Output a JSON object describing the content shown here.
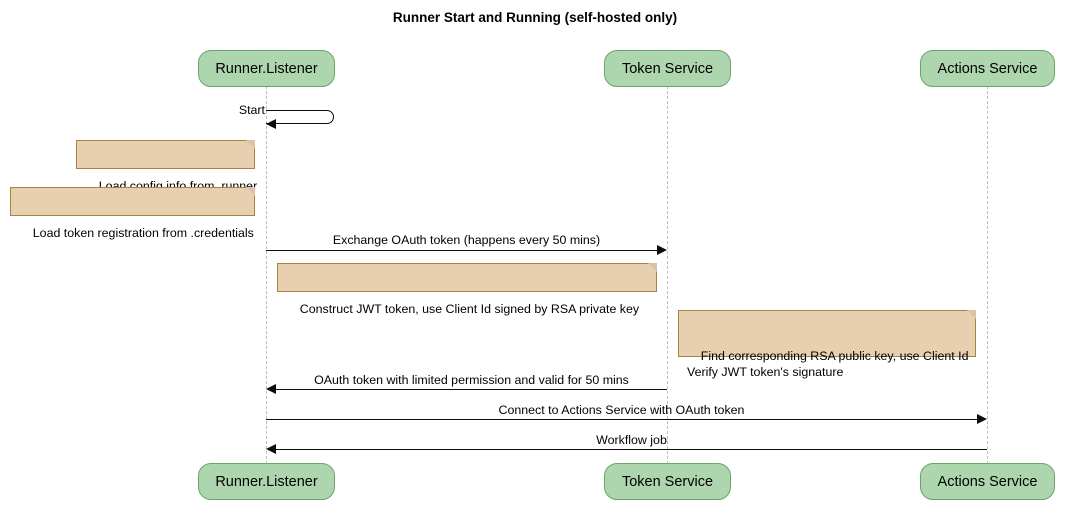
{
  "diagram": {
    "title": "Runner Start and Running (self-hosted only)",
    "type": "sequence-diagram",
    "colors": {
      "participant_fill": "#aed6ae",
      "participant_border": "#6ba36b",
      "note_fill": "#e8cfb0",
      "note_border": "#a58445",
      "lifeline": "#bdbdbd",
      "arrow": "#0d0d0d",
      "background": "#ffffff"
    }
  },
  "participants": [
    {
      "id": "runner",
      "label": "Runner.Listener"
    },
    {
      "id": "token",
      "label": "Token Service"
    },
    {
      "id": "actions",
      "label": "Actions Service"
    }
  ],
  "participants_bottom": [
    {
      "id": "runner",
      "label": "Runner.Listener"
    },
    {
      "id": "token",
      "label": "Token Service"
    },
    {
      "id": "actions",
      "label": "Actions Service"
    }
  ],
  "messages": [
    {
      "id": "m1",
      "label": "Start",
      "from": "runner",
      "to": "runner",
      "kind": "self",
      "direction": "self"
    },
    {
      "id": "m2",
      "label": "Exchange OAuth token (happens every 50 mins)",
      "from": "runner",
      "to": "token",
      "kind": "sync",
      "direction": "right"
    },
    {
      "id": "m3",
      "label": "OAuth token with limited permission and valid for 50 mins",
      "from": "token",
      "to": "runner",
      "kind": "sync",
      "direction": "left"
    },
    {
      "id": "m4",
      "label": "Connect to Actions Service with OAuth token",
      "from": "runner",
      "to": "actions",
      "kind": "sync",
      "direction": "right"
    },
    {
      "id": "m5",
      "label": "Workflow job",
      "from": "actions",
      "to": "runner",
      "kind": "sync",
      "direction": "left"
    }
  ],
  "notes": [
    {
      "id": "n1",
      "text": "Load config info from .runner",
      "over": "runner",
      "position": "left"
    },
    {
      "id": "n2",
      "text": "Load token registration from .credentials",
      "over": "runner",
      "position": "left"
    },
    {
      "id": "n3",
      "text": "Construct JWT token, use Client Id signed by RSA private key",
      "over": "runner",
      "position": "right"
    },
    {
      "id": "n4",
      "text": "Find corresponding RSA public key, use Client Id\nVerify JWT token's signature",
      "over": "token",
      "position": "right"
    }
  ]
}
